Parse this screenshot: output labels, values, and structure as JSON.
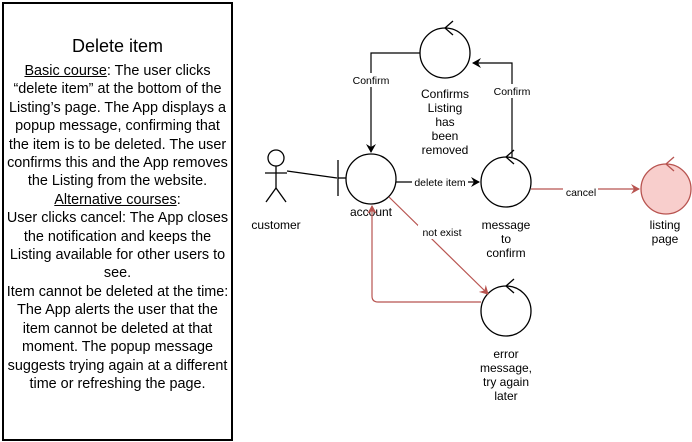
{
  "use_case": {
    "title": "Delete item",
    "basic_course_heading": "Basic course",
    "basic_course_text": ": The user clicks “delete item” at the bottom of the Listing’s page. The App displays a popup message, confirming that the item is to be deleted. The user confirms this and the App removes the Listing from the website.",
    "alternative_courses_heading": "Alternative courses",
    "alternative_courses_suffix": ":",
    "alt_cancel_text": "User clicks cancel: The App closes the notification and keeps the Listing available for other users to see.",
    "alt_error_text": "Item cannot be deleted at the time: The App alerts the user that the item cannot be deleted at that moment. The popup message suggests trying again at a different time or refreshing the page."
  },
  "diagram": {
    "actor_label": "customer",
    "boundary_label": "account",
    "confirms_label_lines": [
      "Confirms",
      "Listing",
      "has",
      "been",
      "removed"
    ],
    "message_label_lines": [
      "message",
      "to",
      "confirm"
    ],
    "listing_label_lines": [
      "listing",
      "page"
    ],
    "error_label_lines": [
      "error",
      "message,",
      "try again",
      "later"
    ],
    "edge_confirm_left": "Confirm",
    "edge_confirm_right": "Confirm",
    "edge_delete_item": "delete item",
    "edge_cancel": "cancel",
    "edge_not_exist": "not exist",
    "colors": {
      "line": "#000000",
      "error_edge": "#b85450",
      "listing_fill": "#f8cecc",
      "listing_stroke": "#b85450"
    }
  }
}
